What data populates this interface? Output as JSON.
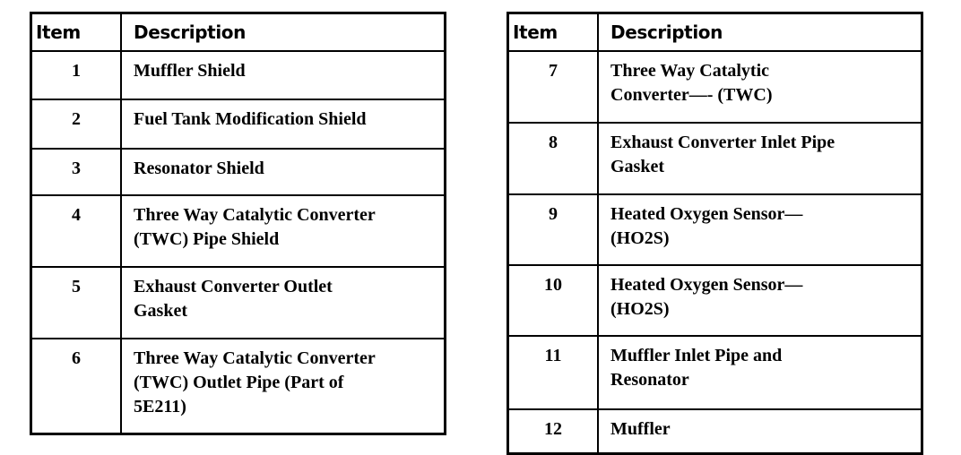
{
  "document": {
    "kind": "parts-legend-tables",
    "background_color": "#ffffff",
    "text_color": "#000000",
    "border_color": "#000000"
  },
  "tables": [
    {
      "id": "left",
      "headers": {
        "item": "Item",
        "description": "Description"
      },
      "rows": [
        {
          "item": "1",
          "description": "Muffler Shield"
        },
        {
          "item": "2",
          "description": "Fuel Tank Modification Shield"
        },
        {
          "item": "3",
          "description": "Resonator Shield"
        },
        {
          "item": "4",
          "description": "Three Way Catalytic Converter\n(TWC) Pipe Shield"
        },
        {
          "item": "5",
          "description": "Exhaust Converter Outlet\nGasket"
        },
        {
          "item": "6",
          "description": "Three Way Catalytic Converter\n(TWC) Outlet Pipe (Part of\n5E211)"
        }
      ]
    },
    {
      "id": "right",
      "headers": {
        "item": "Item",
        "description": "Description"
      },
      "rows": [
        {
          "item": "7",
          "description": "Three Way Catalytic\nConverter—- (TWC)"
        },
        {
          "item": "8",
          "description": "Exhaust Converter Inlet Pipe\nGasket"
        },
        {
          "item": "9",
          "description": "Heated Oxygen Sensor—\n(HO2S)"
        },
        {
          "item": "10",
          "description": "Heated Oxygen Sensor—\n(HO2S)"
        },
        {
          "item": "11",
          "description": "Muffler Inlet Pipe and\nResonator"
        },
        {
          "item": "12",
          "description": "Muffler"
        }
      ]
    }
  ]
}
